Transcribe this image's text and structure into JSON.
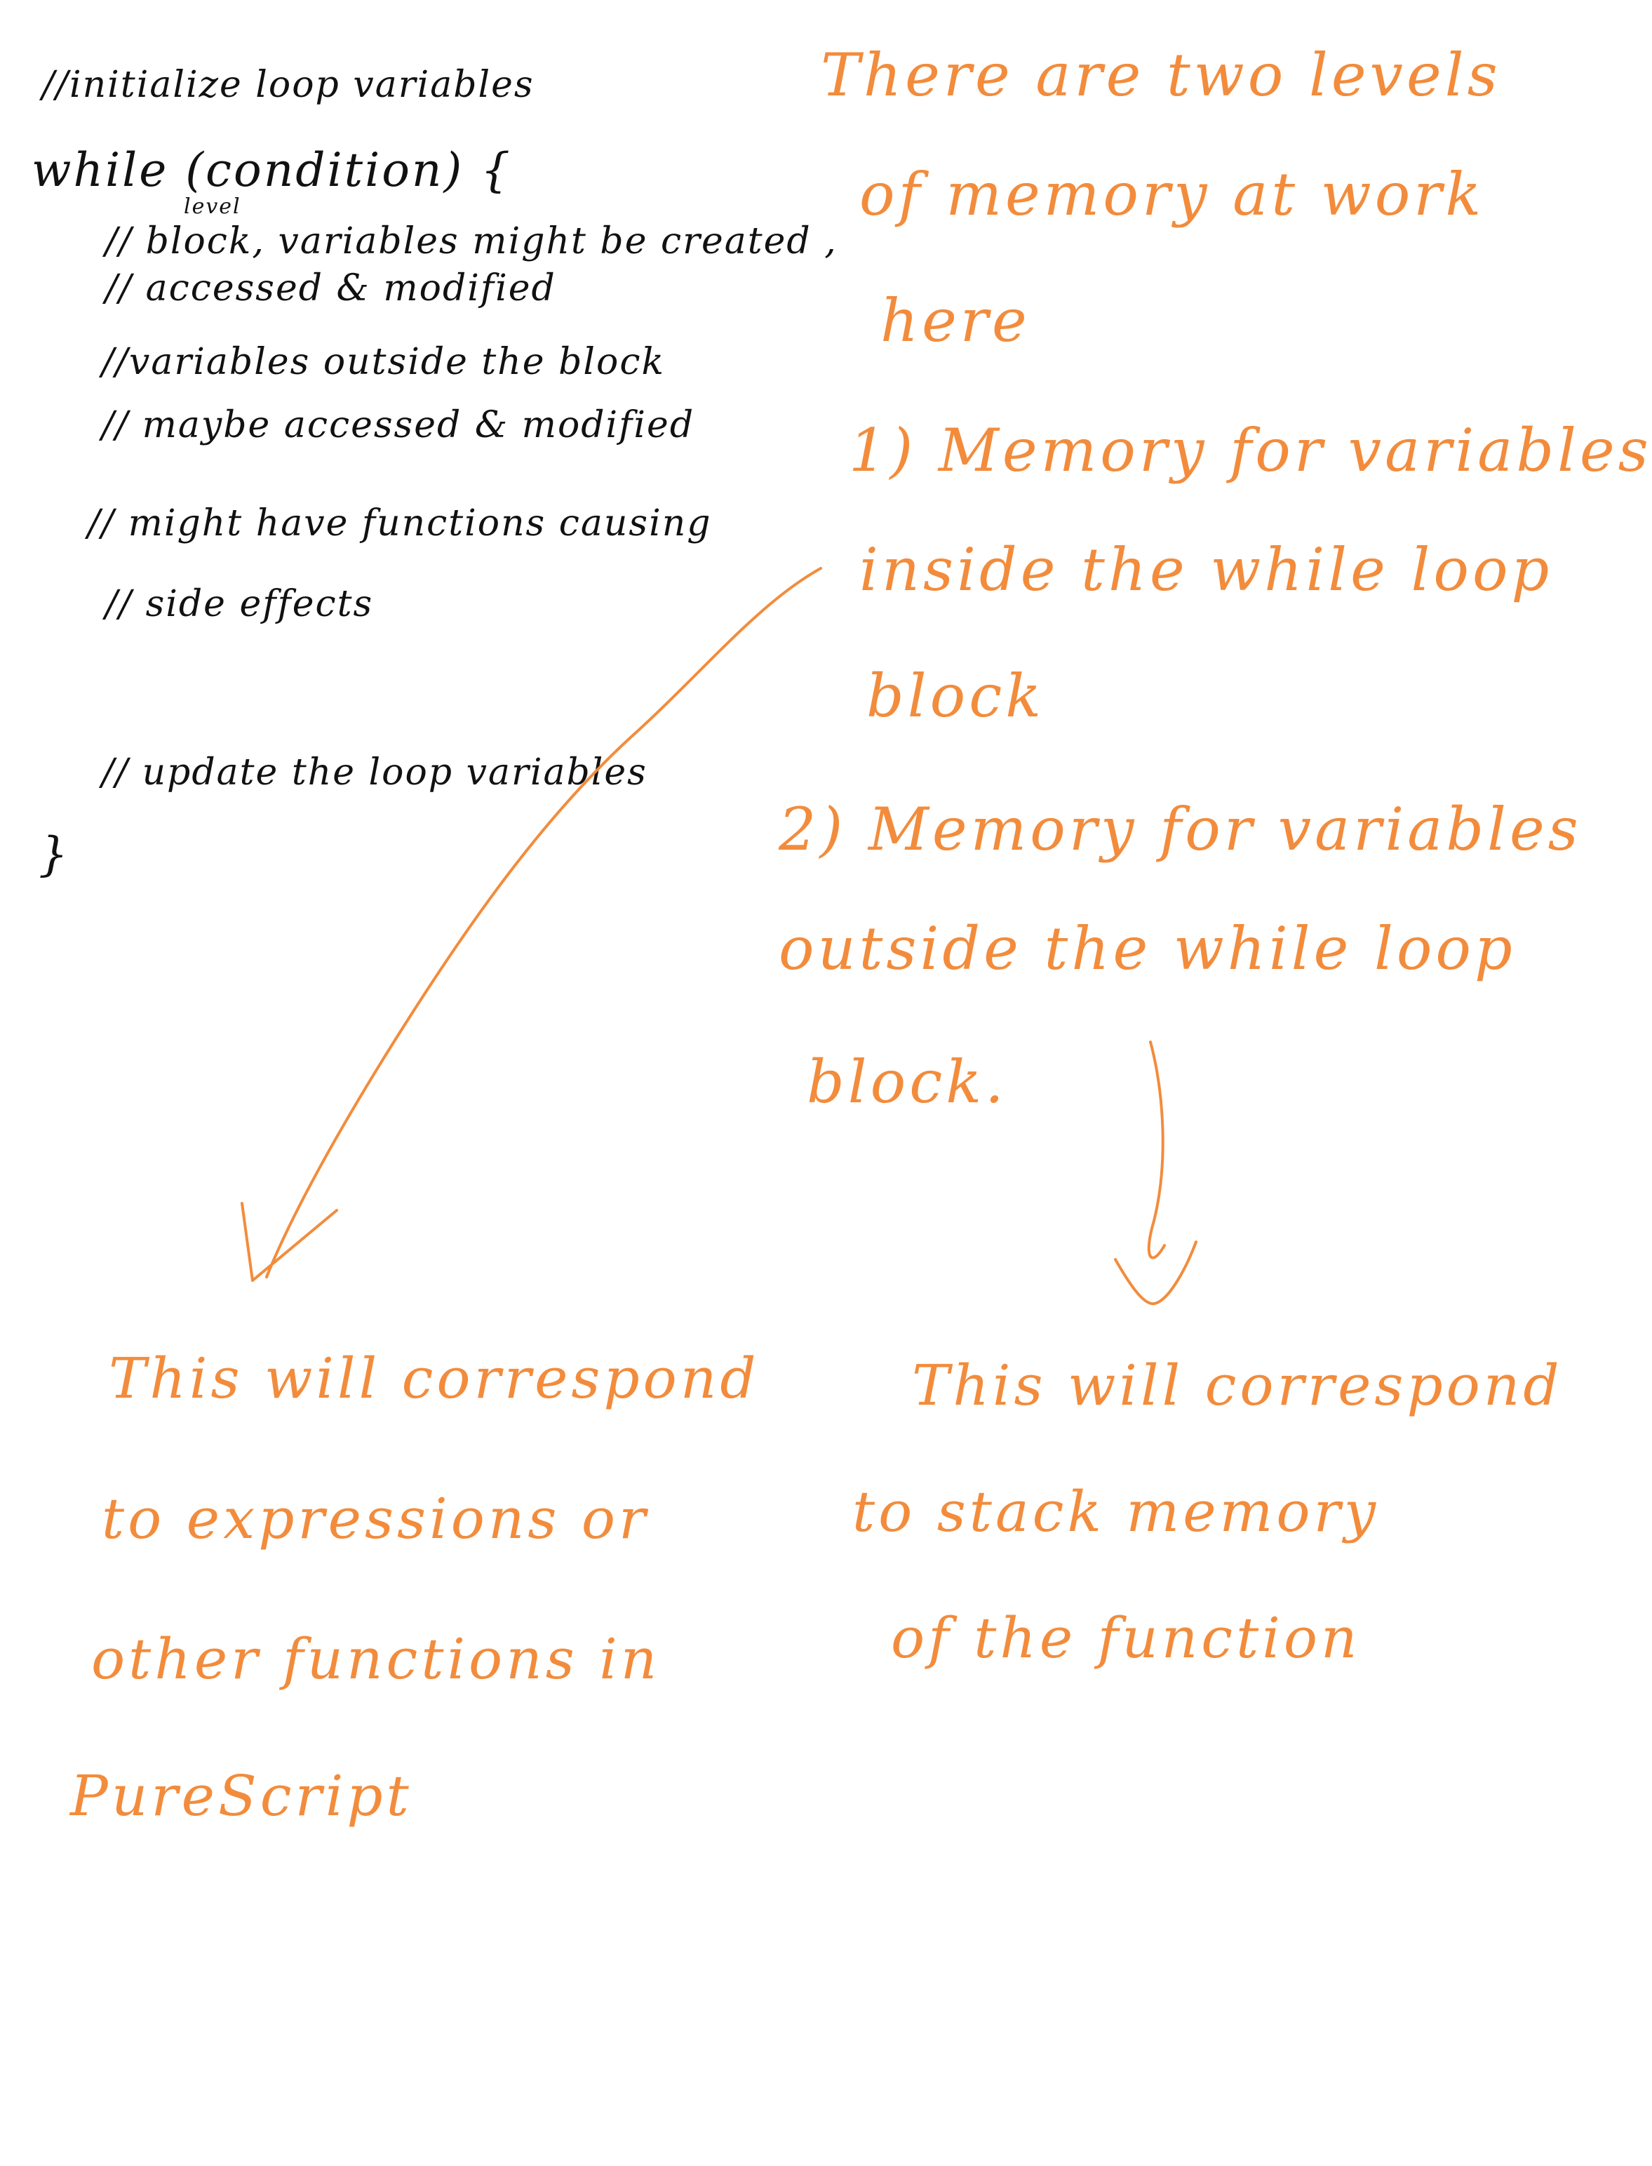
{
  "code_block": {
    "init_comment": "//initialize loop variables",
    "while_line": "while (condition) {",
    "level_note": "level",
    "block_vars_1": "// block, variables might be created ,",
    "block_vars_2": "//   accessed & modified",
    "outside_vars_1": "//variables outside the block",
    "outside_vars_2": "// maybe accessed & modified",
    "functions_1": "// might have functions causing",
    "functions_2": "// side effects",
    "update_comment": "// update the loop variables",
    "closing_brace": "}"
  },
  "memory_note": {
    "line_1": "There are two levels",
    "line_2": "of memory at work",
    "line_3": "here",
    "point_1_line_1": "1) Memory for variables",
    "point_1_line_2": "inside the while loop",
    "point_1_line_3": "block",
    "point_2_line_1": "2) Memory for variables",
    "point_2_line_2": "outside the while loop",
    "point_2_line_3": "block."
  },
  "left_conclusion": {
    "line_1": "This will correspond",
    "line_2": "to expressions or",
    "line_3": "other functions in",
    "line_4": "PureScript"
  },
  "right_conclusion": {
    "line_1": "This will correspond",
    "line_2": "to stack memory",
    "line_3": "of the function"
  },
  "colors": {
    "ink": "#111111",
    "annotation": "#f28c3c",
    "paper": "#ffffff"
  }
}
